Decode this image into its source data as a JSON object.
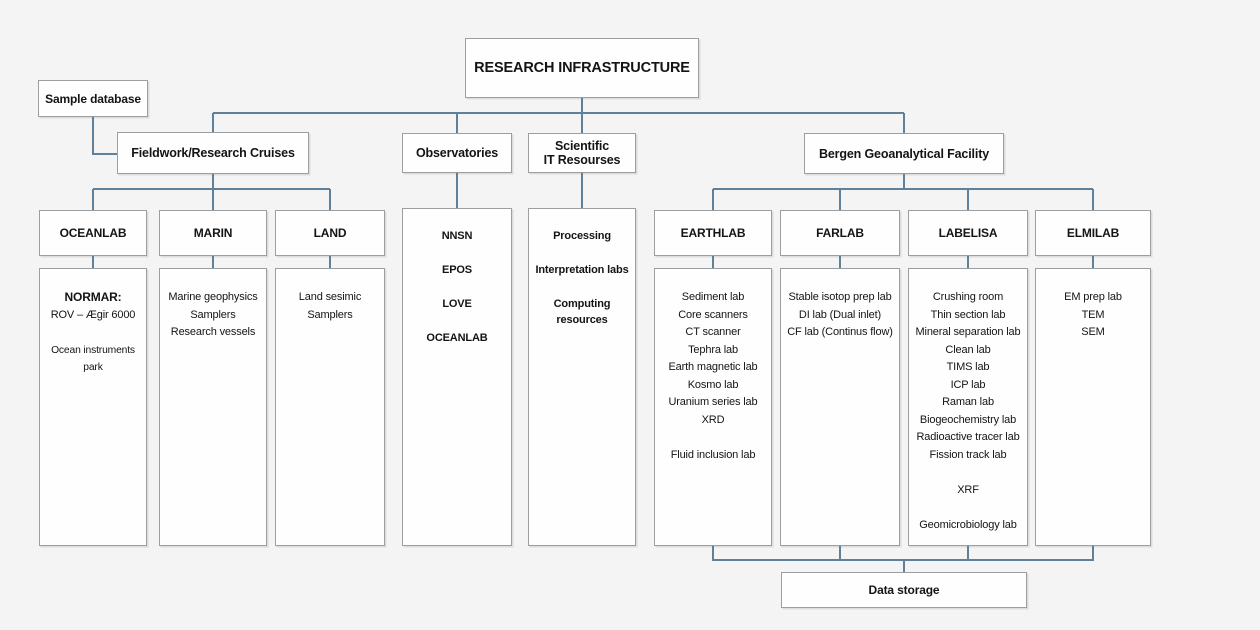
{
  "colors": {
    "connector": "#5e809a",
    "box_border": "#9c9ea0",
    "background": "#f4f4f4",
    "box_fill": "#fefefe",
    "text": "#141414"
  },
  "root": {
    "label": "RESEARCH INFRASTRUCTURE"
  },
  "sample_database": {
    "label": "Sample database"
  },
  "branches": {
    "fieldwork": {
      "label": "Fieldwork/Research Cruises",
      "children": {
        "oceanlab": {
          "label": "OCEANLAB",
          "heading": "NORMAR:",
          "subheading": "ROV – Ægir 6000",
          "note": "Ocean instruments park"
        },
        "marin": {
          "label": "MARIN",
          "items": [
            "Marine geophysics",
            "Samplers",
            "Research vessels"
          ]
        },
        "land": {
          "label": "LAND",
          "items": [
            "Land sesimic",
            "Samplers"
          ]
        }
      }
    },
    "observatories": {
      "label": "Observatories",
      "items": [
        "NNSN",
        "EPOS",
        "LOVE",
        "OCEANLAB"
      ]
    },
    "scientific_it": {
      "label_line1": "Scientific",
      "label_line2": "IT Resourses",
      "items": [
        "Processing",
        "Interpretation labs",
        "Computing resources"
      ]
    },
    "bergen": {
      "label": "Bergen Geoanalytical Facility",
      "children": {
        "earthlab": {
          "label": "EARTHLAB",
          "items": [
            "Sediment lab",
            "Core scanners",
            "CT scanner",
            "Tephra lab",
            "Earth magnetic lab",
            "Kosmo lab",
            "Uranium series lab",
            "XRD",
            "",
            "Fluid inclusion lab"
          ]
        },
        "farlab": {
          "label": "FARLAB",
          "items": [
            "Stable isotop prep lab",
            "DI lab (Dual inlet)",
            "CF lab (Continus flow)"
          ]
        },
        "labelisa": {
          "label": "LABELISA",
          "items": [
            "Crushing room",
            "Thin section lab",
            "Mineral separation lab",
            "Clean lab",
            "TIMS lab",
            "ICP lab",
            "Raman lab",
            "Biogeochemistry lab",
            "Radioactive tracer lab",
            "Fission track lab",
            "",
            "XRF",
            "",
            "Geomicrobiology lab"
          ]
        },
        "elmilab": {
          "label": "ELMILAB",
          "items": [
            "EM prep lab",
            "TEM",
            "SEM"
          ]
        }
      }
    }
  },
  "data_storage": {
    "label": "Data storage"
  }
}
